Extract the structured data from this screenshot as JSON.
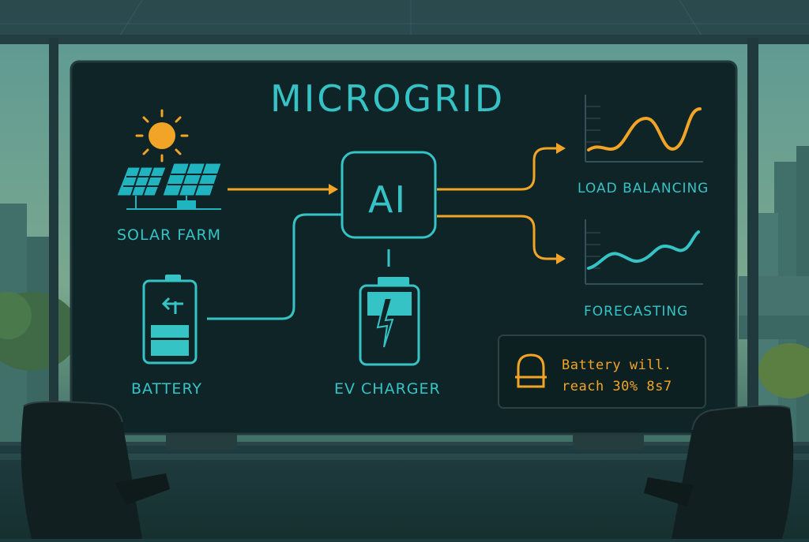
{
  "diagram": {
    "title": "MICROGRID",
    "nodes": {
      "solar_farm": "SOLAR FARM",
      "battery": "BATTERY",
      "ev_charger": "EV CHARGER",
      "ai": "AI",
      "load_balancing": "LOAD BALANCING",
      "forecasting": "FORECASTING"
    },
    "alert": {
      "line1": "Battery will.",
      "line2": "reach 30% 8s7"
    }
  },
  "colors": {
    "accent_cyan": "#35c3c6",
    "accent_orange": "#f2a427",
    "screen_bg": "#102729"
  },
  "icons": [
    "sun-icon",
    "solar-panel-icon",
    "battery-icon",
    "ev-charger-icon",
    "alert-icon",
    "chart-icon"
  ]
}
